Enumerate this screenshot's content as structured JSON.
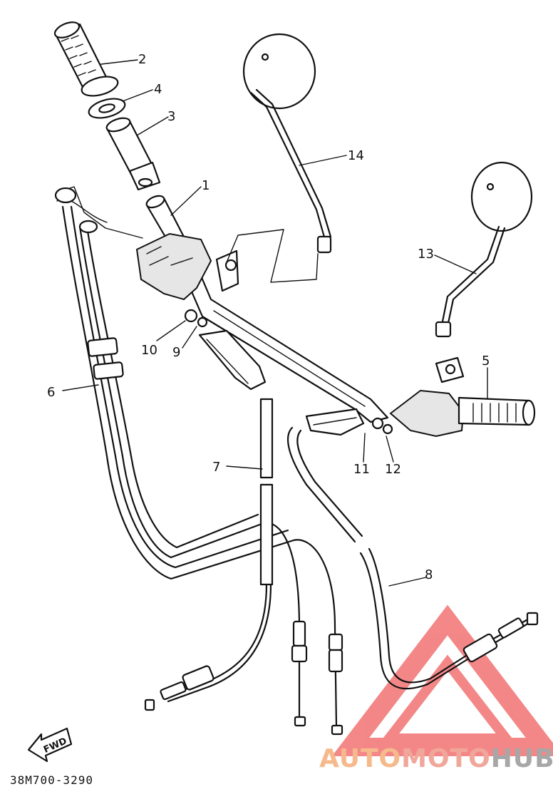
{
  "diagram": {
    "part_callouts": [
      "1",
      "2",
      "3",
      "4",
      "5",
      "6",
      "7",
      "8",
      "9",
      "10",
      "11",
      "12",
      "13",
      "14"
    ],
    "drawing_code": "38M700-3290",
    "direction_marker": "FWD"
  },
  "watermark": {
    "segments": [
      "AUTO",
      "MOTO",
      "HUB"
    ],
    "colors": {
      "auto": "#f6b98c",
      "moto": "#f0a79a",
      "hub": "#a7a7a7",
      "triangle": "#f06060"
    }
  }
}
